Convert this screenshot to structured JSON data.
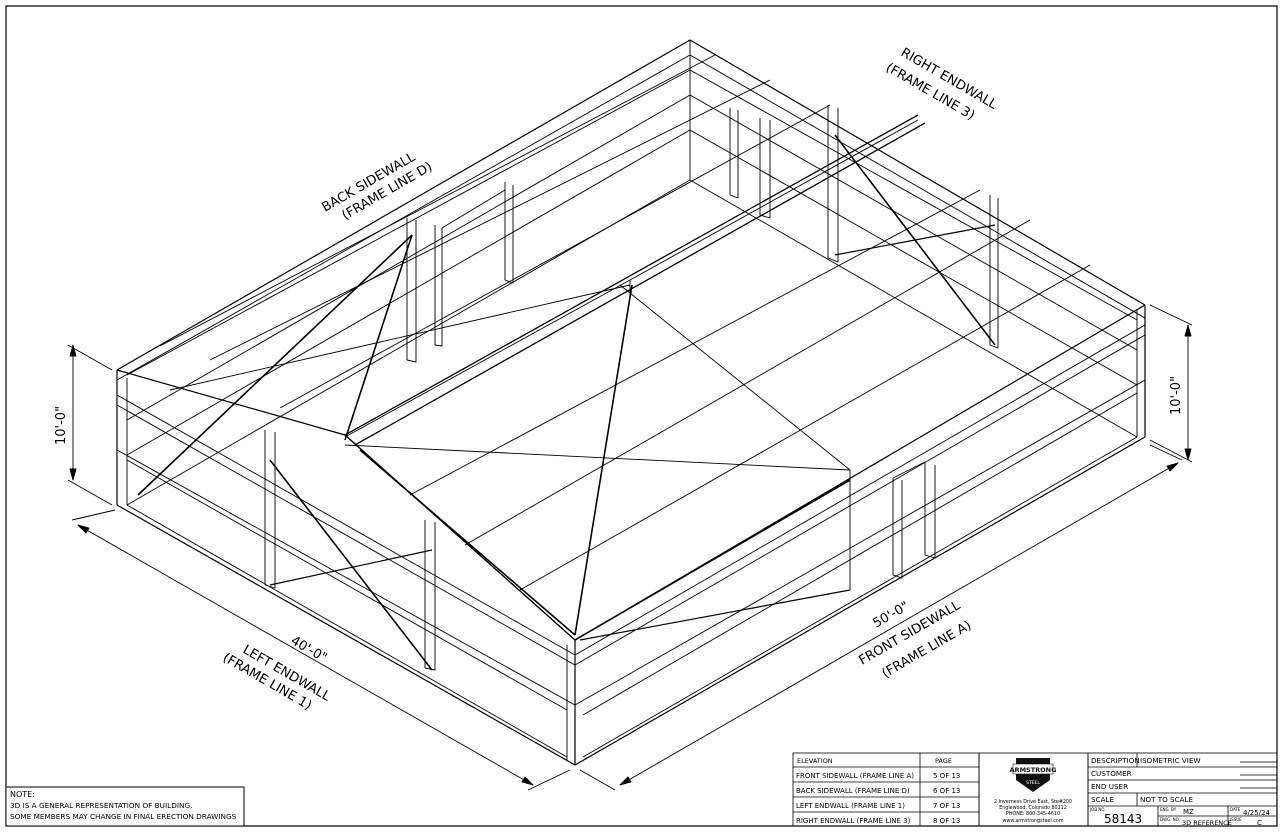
{
  "labels": {
    "back_sidewall": "BACK SIDEWALL",
    "back_sidewall_frame": "(FRAME LINE D)",
    "right_endwall": "RIGHT ENDWALL",
    "right_endwall_frame": "(FRAME LINE 3)",
    "front_sidewall": "FRONT SIDEWALL",
    "front_sidewall_frame": "(FRAME LINE A)",
    "front_dim": "50'-0\"",
    "left_endwall": "LEFT ENDWALL",
    "left_endwall_frame": "(FRAME LINE 1)",
    "left_dim": "40'-0\"",
    "left_height": "10'-0\"",
    "right_height": "10'-0\""
  },
  "note": {
    "title": "NOTE:",
    "line1": "3D IS A GENERAL REPRESENTATION OF BUILDING.",
    "line2": "SOME MEMBERS MAY CHANGE IN FINAL ERECTION DRAWINGS"
  },
  "elevation_table": {
    "header_elevation": "ELEVATION",
    "header_page": "PAGE",
    "rows": [
      {
        "elevation": "FRONT SIDEWALL (FRAME LINE A)",
        "page": "5 OF 13"
      },
      {
        "elevation": "BACK SIDEWALL (FRAME LINE D)",
        "page": "6 OF 13"
      },
      {
        "elevation": "LEFT ENDWALL (FRAME LINE 1)",
        "page": "7 OF 13"
      },
      {
        "elevation": "RIGHT ENDWALL (FRAME LINE 3)",
        "page": "8 OF 13"
      }
    ]
  },
  "company": {
    "logo_text": "ARMSTRONG",
    "logo_sub": "STEEL",
    "address1": "2 Inverness Drive East, Ste#200",
    "address2": "Englewood, Colorado 80112",
    "phone": "PHONE: 800-345-4610",
    "web": "www.armstrongsteel.com"
  },
  "title_block": {
    "description_label": "DESCRIPTION",
    "description_value": "ISOMETRIC VIEW",
    "customer_label": "CUSTOMER",
    "customer_value": "",
    "end_user_label": "END USER",
    "end_user_value": "",
    "scale_label": "SCALE",
    "scale_value": "NOT TO SCALE",
    "job_no_label": "JOB NO.",
    "job_no_value": "58143",
    "eng_by_label": "ENG. BY",
    "eng_by_value": "MZ",
    "dwg_no_label": "DWG. NO.",
    "dwg_no_value": "3D REFERENCE",
    "date_label": "DATE",
    "date_value": "4/25/24",
    "issue_label": "ISSUE",
    "issue_value": "C"
  }
}
